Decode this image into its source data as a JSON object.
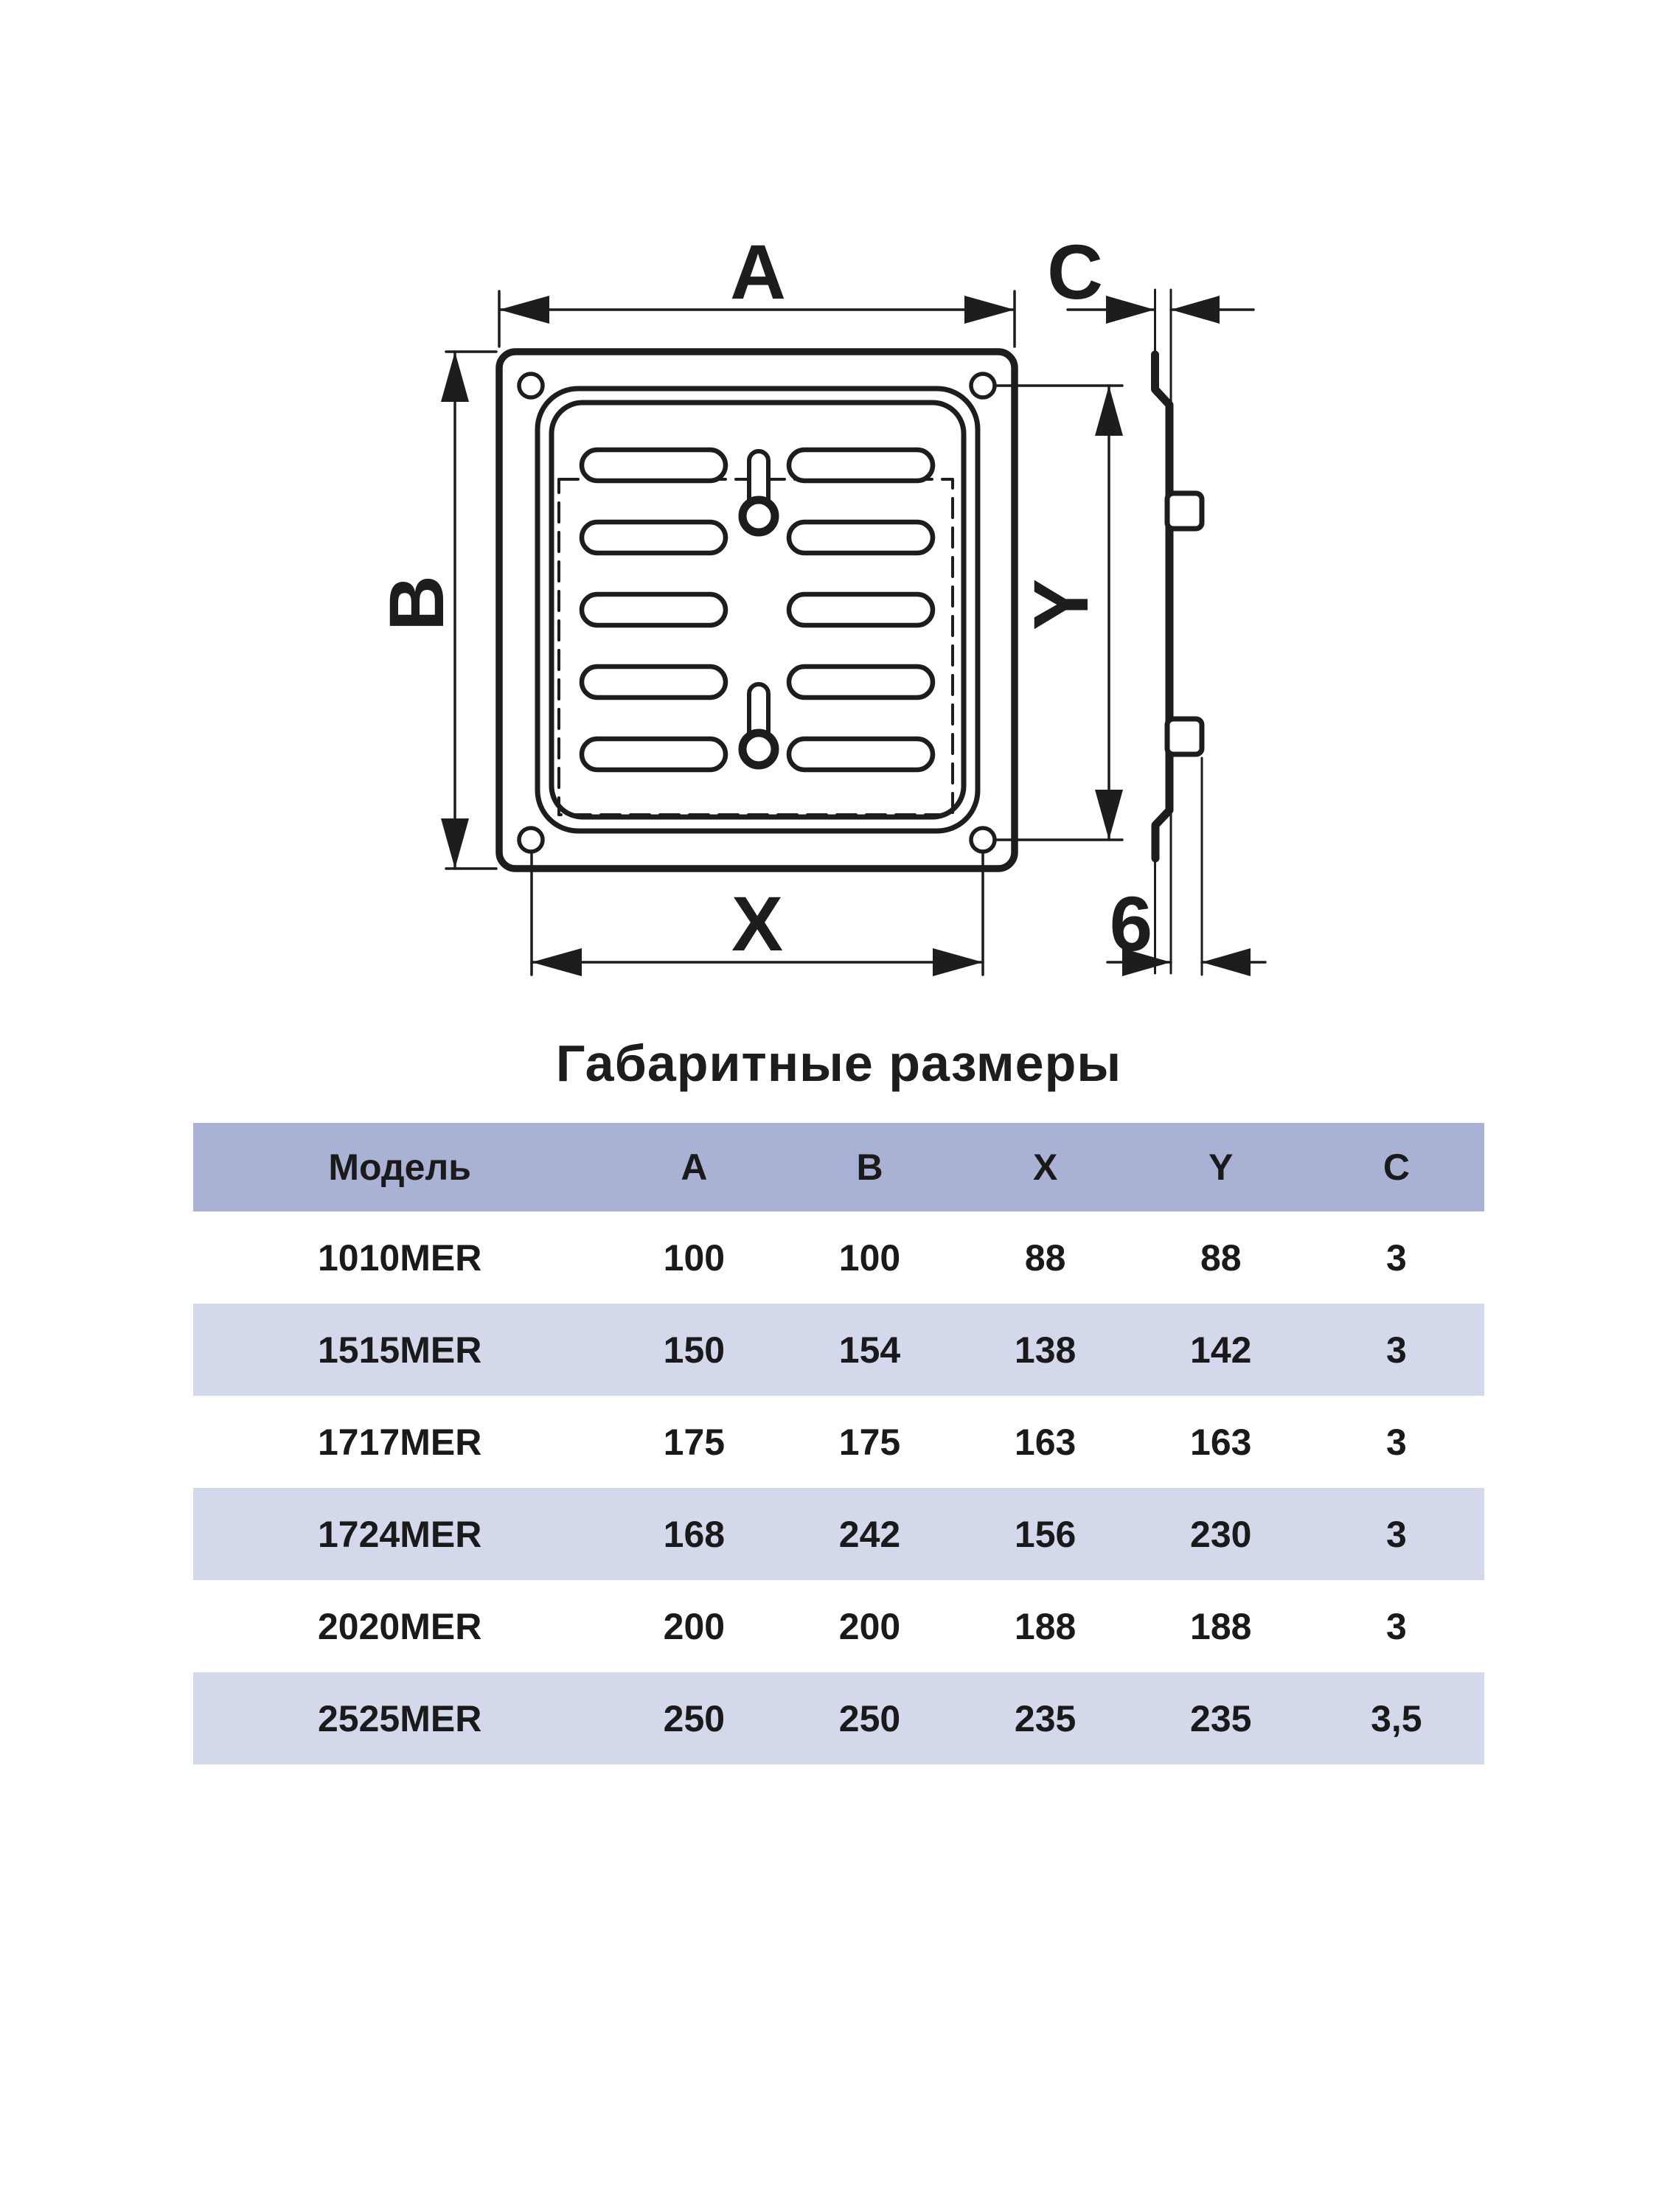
{
  "page": {
    "background": "#ffffff",
    "ink": "#1d1d1b"
  },
  "diagram": {
    "labels": {
      "width": "A",
      "height": "B",
      "thickness": "C",
      "inner_width": "X",
      "inner_height": "Y",
      "tab_depth": "6"
    }
  },
  "section_title": "Габаритные размеры",
  "table": {
    "header_bg": "#a9b1d4",
    "alt_row_bg": "#d4d8eb",
    "columns": [
      "Модель",
      "A",
      "B",
      "X",
      "Y",
      "C"
    ],
    "rows": [
      {
        "model": "1010MER",
        "a": "100",
        "b": "100",
        "x": "88",
        "y": "88",
        "c": "3"
      },
      {
        "model": "1515MER",
        "a": "150",
        "b": "154",
        "x": "138",
        "y": "142",
        "c": "3"
      },
      {
        "model": "1717MER",
        "a": "175",
        "b": "175",
        "x": "163",
        "y": "163",
        "c": "3"
      },
      {
        "model": "1724MER",
        "a": "168",
        "b": "242",
        "x": "156",
        "y": "230",
        "c": "3"
      },
      {
        "model": "2020MER",
        "a": "200",
        "b": "200",
        "x": "188",
        "y": "188",
        "c": "3"
      },
      {
        "model": "2525MER",
        "a": "250",
        "b": "250",
        "x": "235",
        "y": "235",
        "c": "3,5"
      }
    ]
  }
}
